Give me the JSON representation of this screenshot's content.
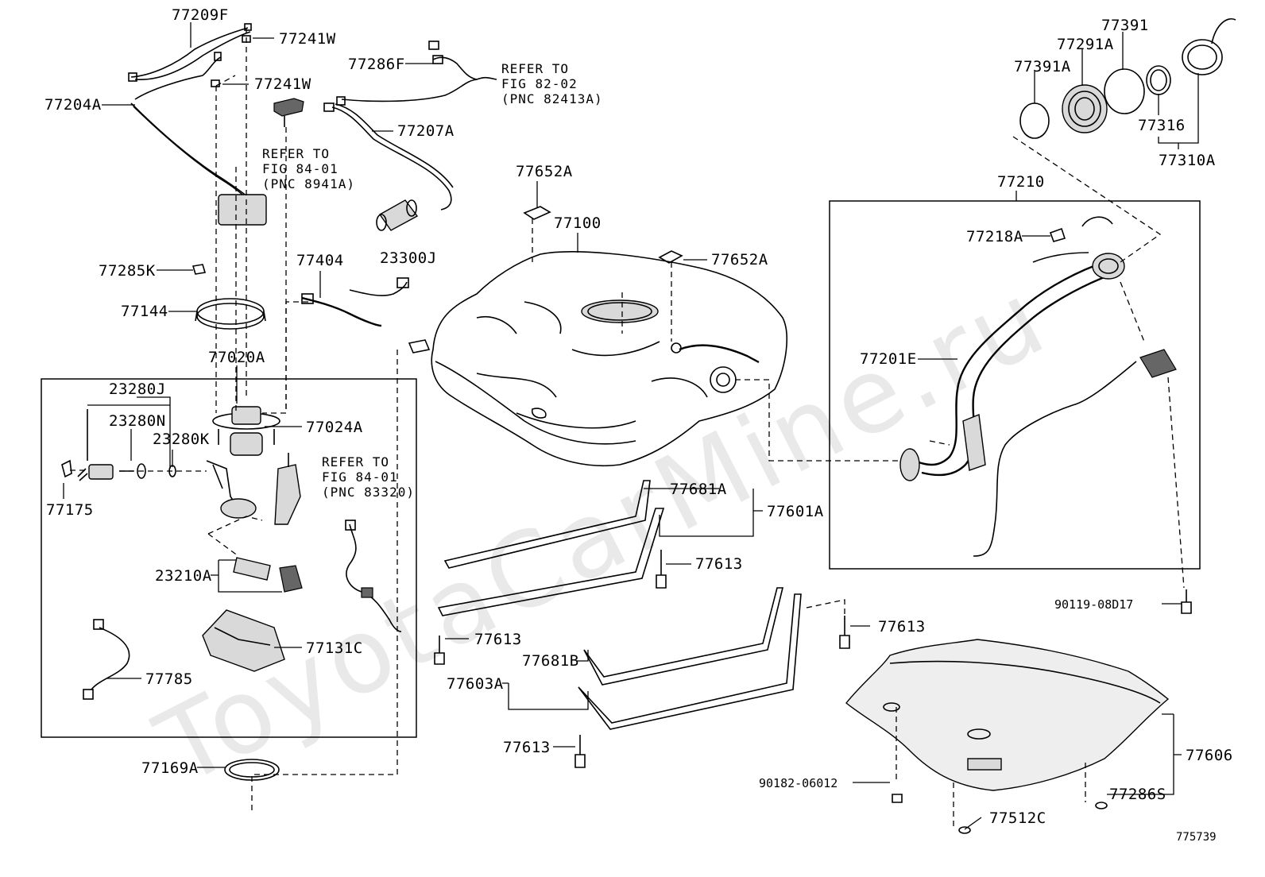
{
  "watermark": "ToyotaCarMine.ru",
  "diagram_id": "775739",
  "references": [
    {
      "line1": "REFER TO",
      "line2": "FIG 82-02",
      "line3": "(PNC 82413A)"
    },
    {
      "line1": "REFER TO",
      "line2": "FIG 84-01",
      "line3": "(PNC 8941A)"
    },
    {
      "line1": "REFER TO",
      "line2": "FIG 84-01",
      "line3": "(PNC 83320)"
    }
  ],
  "parts": {
    "p77209F": "77209F",
    "p77241W_a": "77241W",
    "p77241W_b": "77241W",
    "p77286F": "77286F",
    "p77204A": "77204A",
    "p77207A": "77207A",
    "p23300J": "23300J",
    "p77652A_a": "77652A",
    "p77652A_b": "77652A",
    "p77100": "77100",
    "p77404": "77404",
    "p77285K": "77285K",
    "p77144": "77144",
    "p77020A": "77020A",
    "p23280J": "23280J",
    "p23280N": "23280N",
    "p23280K": "23280K",
    "p77024A": "77024A",
    "p77175": "77175",
    "p23210A": "23210A",
    "p77131C": "77131C",
    "p77785": "77785",
    "p77169A": "77169A",
    "p77391": "77391",
    "p77291A": "77291A",
    "p77391A": "77391A",
    "p77316": "77316",
    "p77310A": "77310A",
    "p77210": "77210",
    "p77218A": "77218A",
    "p77201E": "77201E",
    "p77681A": "77681A",
    "p77601A": "77601A",
    "p77613_a": "77613",
    "p77613_b": "77613",
    "p77613_c": "77613",
    "p77613_d": "77613",
    "p77681B": "77681B",
    "p77603A": "77603A",
    "p90119": "90119-08D17",
    "p77606": "77606",
    "p90182": "90182-06012",
    "p77286S": "77286S",
    "p77512C": "77512C"
  }
}
